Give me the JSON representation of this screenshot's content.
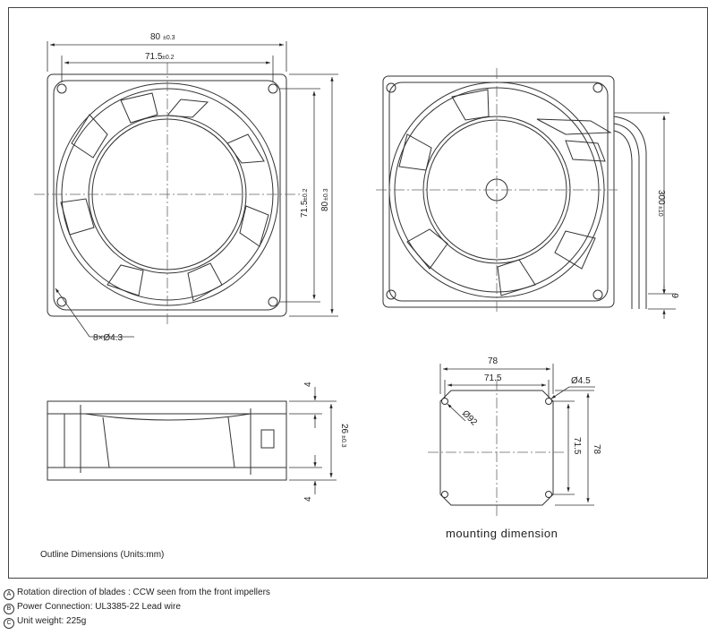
{
  "dimensions": {
    "top_outer": "80",
    "top_outer_tol": "±0.3",
    "top_inner": "71.5",
    "top_inner_tol": "±0.2",
    "right_inner": "71.5",
    "right_inner_tol": "±0.2",
    "right_outer": "80",
    "right_outer_tol": "±0.3",
    "holes": "8×Ø4.3",
    "lead_length": "300",
    "lead_length_tol": "±10",
    "lead_strip": "6",
    "side_top": "4",
    "side_height": "26",
    "side_height_tol": "±0.3",
    "side_bottom": "4",
    "mount_outer_w": "78",
    "mount_inner_w": "71.5",
    "mount_hole": "Ø4.5",
    "mount_circle": "Ø92",
    "mount_inner_h": "71.5",
    "mount_outer_h": "78"
  },
  "labels": {
    "mounting": "mounting dimension",
    "outline": "Outline Dimensions (Units:mm)"
  },
  "notes": [
    {
      "mark": "A",
      "text": "Rotation direction of blades : CCW seen from the front impellers"
    },
    {
      "mark": "B",
      "text": "Power Connection:  UL3385-22 Lead wire"
    },
    {
      "mark": "C",
      "text": "Unit weight:  225g"
    }
  ]
}
